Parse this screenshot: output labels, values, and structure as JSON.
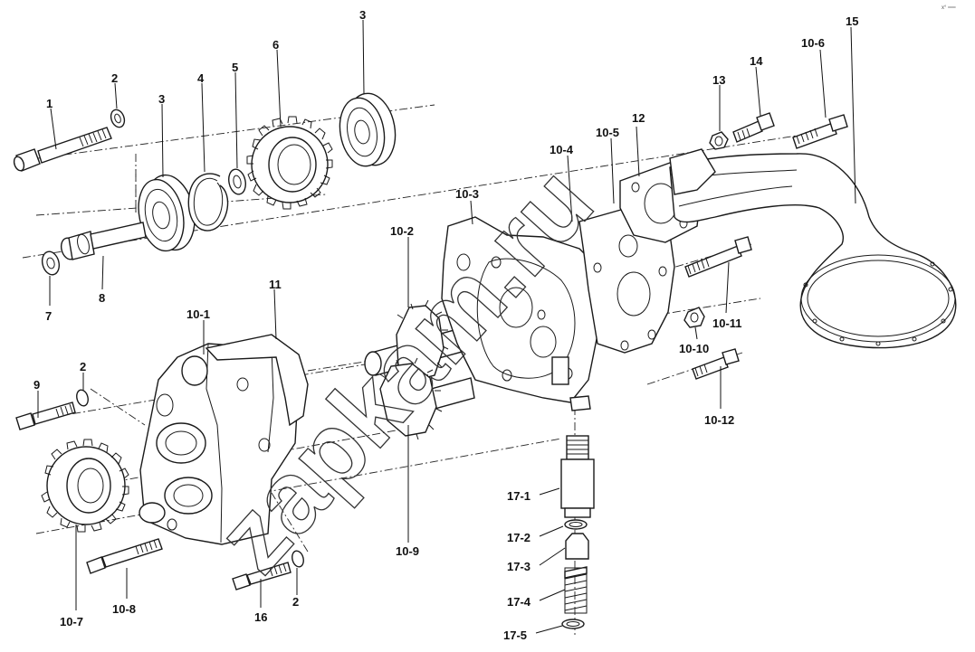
{
  "watermark": "zapkam.ru",
  "corner_mark": "x° ══",
  "labels": {
    "p1": "1",
    "p2a": "2",
    "p3a": "3",
    "p3b": "3",
    "p4": "4",
    "p5": "5",
    "p6": "6",
    "p7": "7",
    "p8": "8",
    "p9": "9",
    "p2b": "2",
    "p2c": "2",
    "p10_1": "10-1",
    "p10_2": "10-2",
    "p10_3": "10-3",
    "p10_4": "10-4",
    "p10_5": "10-5",
    "p10_6": "10-6",
    "p10_7": "10-7",
    "p10_8": "10-8",
    "p10_9": "10-9",
    "p10_10": "10-10",
    "p10_11": "10-11",
    "p10_12": "10-12",
    "p11": "11",
    "p12": "12",
    "p13": "13",
    "p14": "14",
    "p15": "15",
    "p16": "16",
    "p17_1": "17-1",
    "p17_2": "17-2",
    "p17_3": "17-3",
    "p17_4": "17-4",
    "p17_5": "17-5"
  }
}
